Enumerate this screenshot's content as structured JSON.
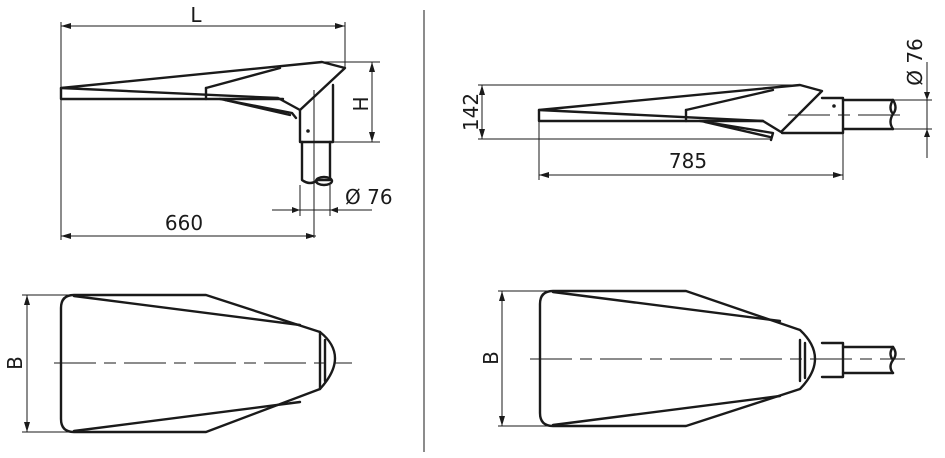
{
  "drawing": {
    "views": {
      "side_mount_elevation": {
        "dim_L": "L",
        "dim_H": "H",
        "dim_660": "660",
        "dim_pipe_diameter": "Ø 76"
      },
      "post_top_elevation": {
        "dim_142": "142",
        "dim_785": "785",
        "dim_pipe_diameter": "Ø 76"
      },
      "side_mount_plan": {
        "dim_B": "B"
      },
      "post_top_plan": {
        "dim_B": "B"
      }
    },
    "colors": {
      "line": "#1a1a1a",
      "background": "#ffffff"
    }
  }
}
